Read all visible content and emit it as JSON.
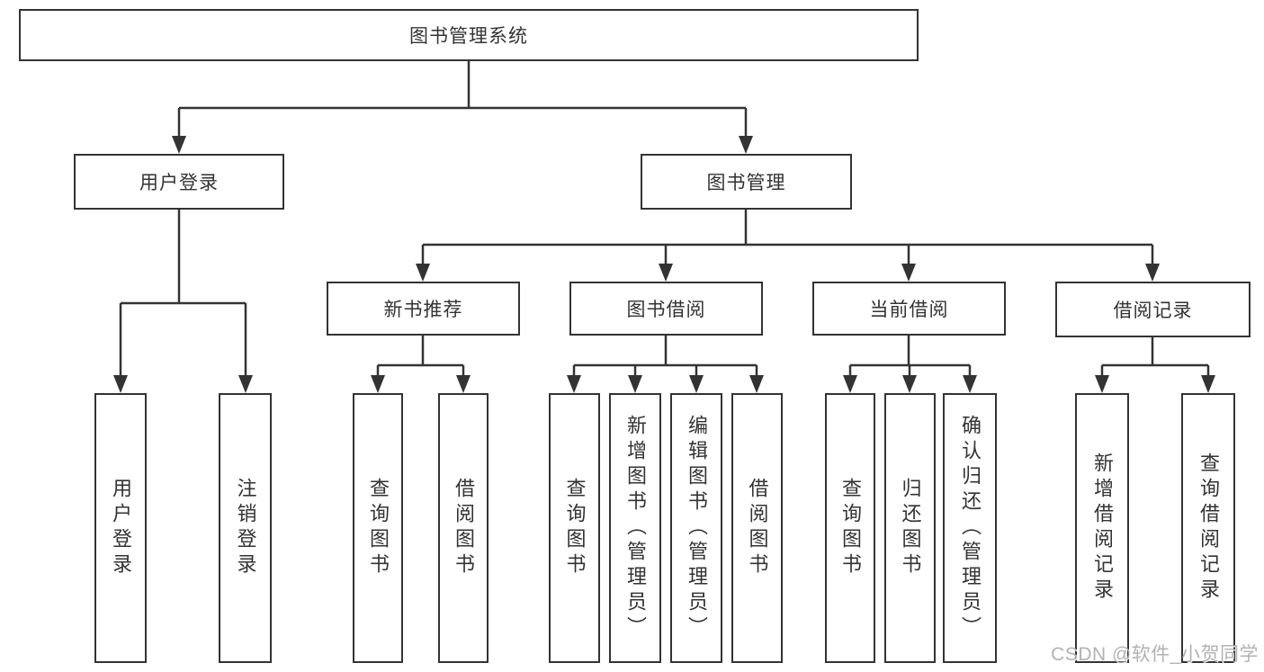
{
  "colors": {
    "line": "#333333",
    "text": "#333333",
    "background": "#ffffff",
    "watermark": "#a5a5a5"
  },
  "tree": {
    "root": {
      "label": "图书管理系统",
      "children": [
        {
          "label": "用户登录",
          "children": [
            {
              "label": "用户登录"
            },
            {
              "label": "注销登录"
            }
          ]
        },
        {
          "label": "图书管理",
          "children": [
            {
              "label": "新书推荐",
              "children": [
                {
                  "label": "查询图书"
                },
                {
                  "label": "借阅图书"
                }
              ]
            },
            {
              "label": "图书借阅",
              "children": [
                {
                  "label": "查询图书"
                },
                {
                  "label": "新增图书（管理员）"
                },
                {
                  "label": "编辑图书（管理员）"
                },
                {
                  "label": "借阅图书"
                }
              ]
            },
            {
              "label": "当前借阅",
              "children": [
                {
                  "label": "查询图书"
                },
                {
                  "label": "归还图书"
                },
                {
                  "label": "确认归还（管理员）"
                }
              ]
            },
            {
              "label": "借阅记录",
              "children": [
                {
                  "label": "新增借阅记录"
                },
                {
                  "label": "查询借阅记录"
                }
              ]
            }
          ]
        }
      ]
    }
  },
  "watermark": {
    "text": "CSDN @软件_小贺同学"
  }
}
